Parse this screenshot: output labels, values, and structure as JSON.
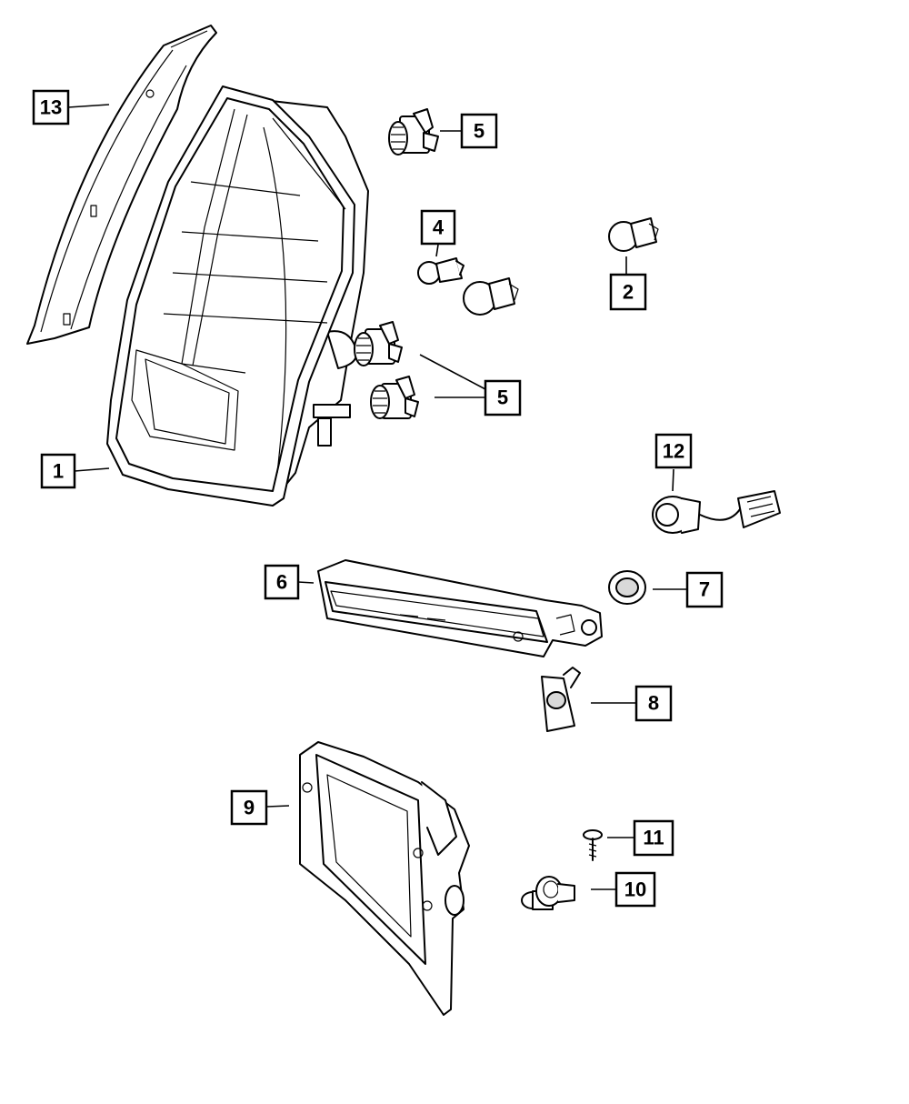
{
  "callouts": [
    {
      "id": "1",
      "label": "1"
    },
    {
      "id": "2",
      "label": "2"
    },
    {
      "id": "4",
      "label": "4"
    },
    {
      "id": "5a",
      "label": "5"
    },
    {
      "id": "5b",
      "label": "5"
    },
    {
      "id": "6",
      "label": "6"
    },
    {
      "id": "7",
      "label": "7"
    },
    {
      "id": "8",
      "label": "8"
    },
    {
      "id": "9",
      "label": "9"
    },
    {
      "id": "10",
      "label": "10"
    },
    {
      "id": "11",
      "label": "11"
    },
    {
      "id": "12",
      "label": "12"
    },
    {
      "id": "13",
      "label": "13"
    }
  ],
  "parts": [
    {
      "callout": "1",
      "icon": "tail-lamp-icon"
    },
    {
      "callout": "2",
      "icon": "wedge-bulb-icon"
    },
    {
      "callout": "4",
      "icon": "wedge-bulb-icon"
    },
    {
      "callout": "5",
      "icon": "bulb-socket-icon"
    },
    {
      "callout": "6",
      "icon": "third-brake-lamp-icon"
    },
    {
      "callout": "7",
      "icon": "grommet-icon"
    },
    {
      "callout": "8",
      "icon": "nut-clip-icon"
    },
    {
      "callout": "9",
      "icon": "license-lamp-housing-icon"
    },
    {
      "callout": "10",
      "icon": "bulb-with-socket-icon"
    },
    {
      "callout": "11",
      "icon": "screw-icon"
    },
    {
      "callout": "12",
      "icon": "wiring-socket-icon"
    },
    {
      "callout": "13",
      "icon": "trim-molding-icon"
    }
  ]
}
